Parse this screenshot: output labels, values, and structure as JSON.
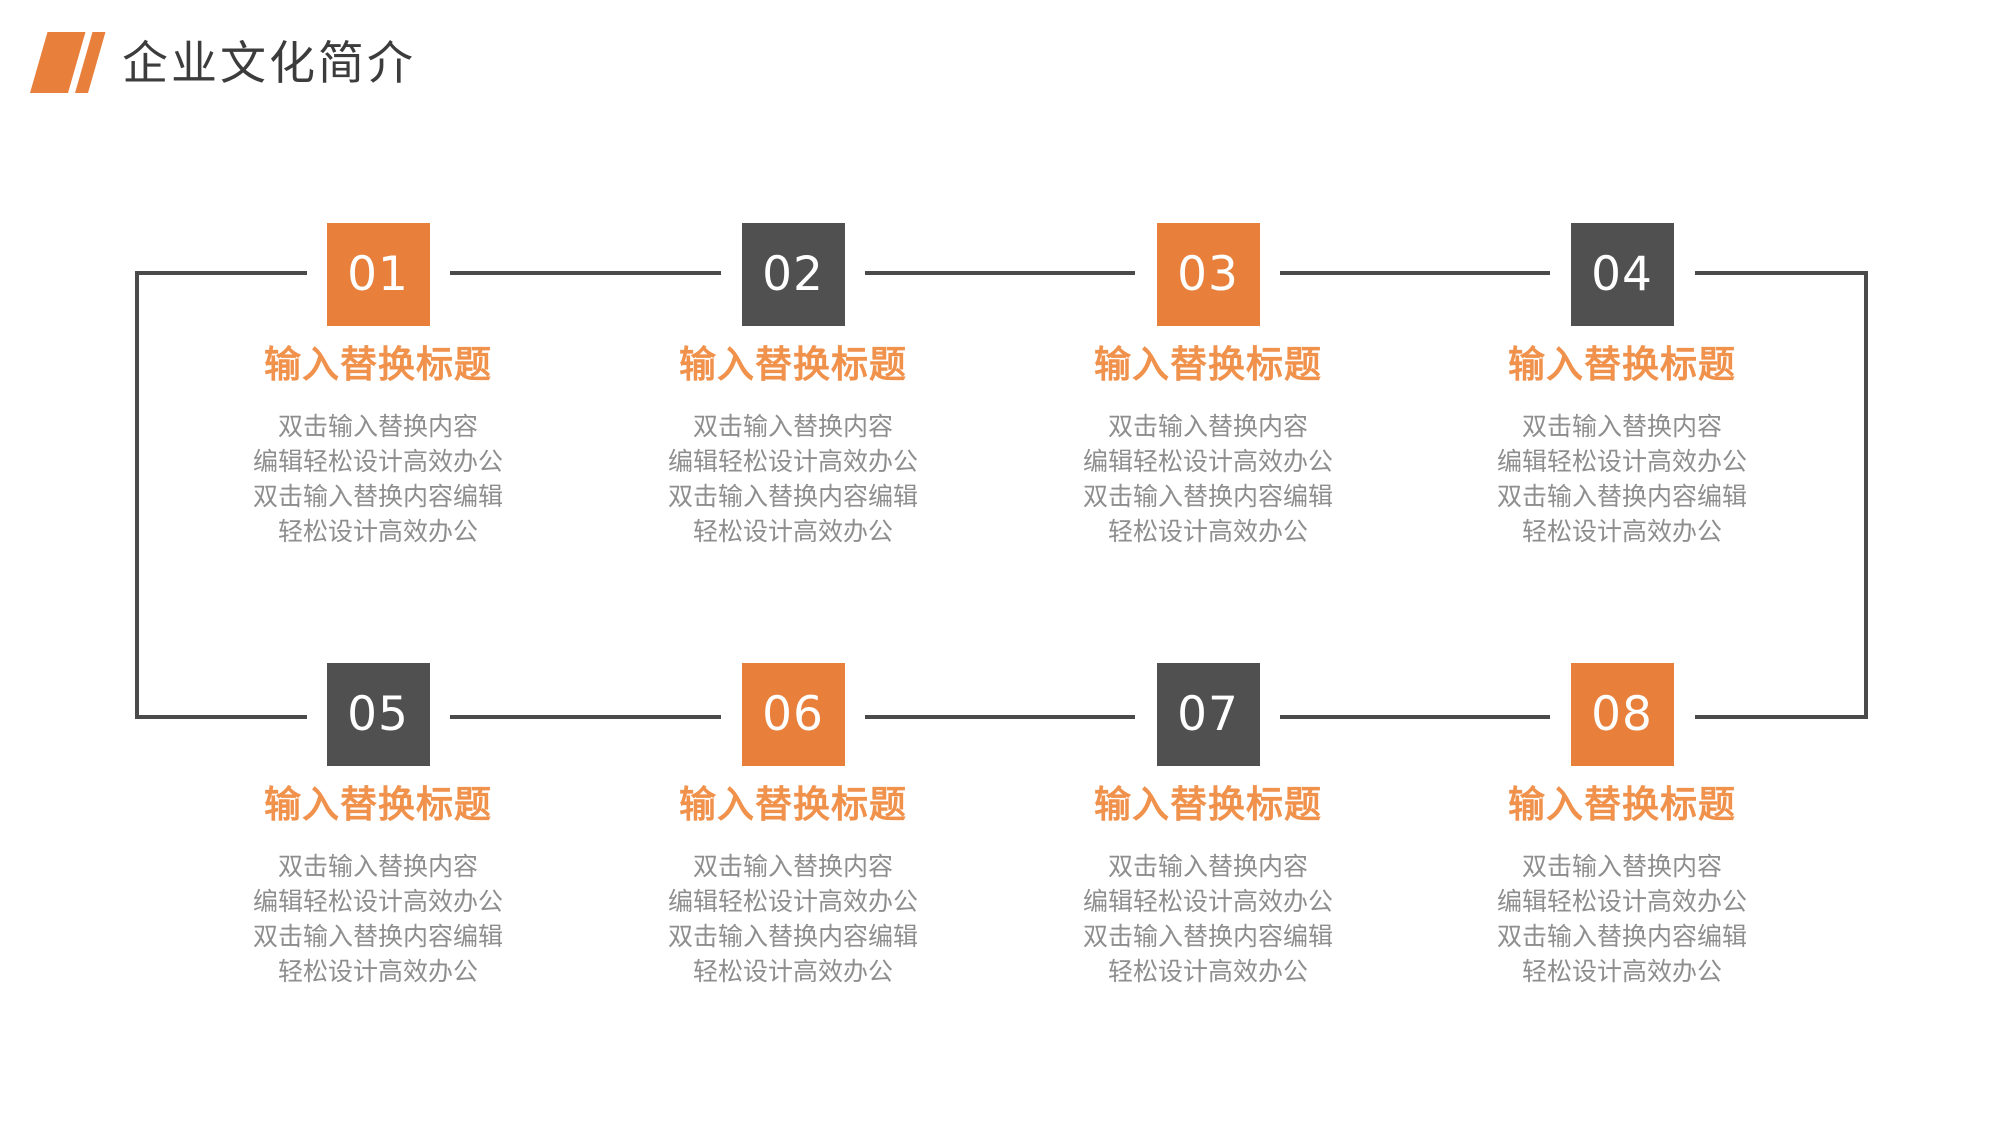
{
  "header": {
    "title": "企业文化简介"
  },
  "colors": {
    "accent_box": "#E8803C",
    "accent_title_text": "#F0914C",
    "dark_box": "#505050",
    "connector_line": "#4A4A4A",
    "heading_text": "#3C3C3C",
    "body_text": "#8E8E8E",
    "number_text": "#FFFFFF"
  },
  "items": [
    {
      "number": "01",
      "variant": "orange",
      "title": "输入替换标题",
      "body_lines": [
        "双击输入替换内容",
        "编辑轻松设计高效办公",
        "双击输入替换内容编辑",
        "轻松设计高效办公"
      ]
    },
    {
      "number": "02",
      "variant": "dark",
      "title": "输入替换标题",
      "body_lines": [
        "双击输入替换内容",
        "编辑轻松设计高效办公",
        "双击输入替换内容编辑",
        "轻松设计高效办公"
      ]
    },
    {
      "number": "03",
      "variant": "orange",
      "title": "输入替换标题",
      "body_lines": [
        "双击输入替换内容",
        "编辑轻松设计高效办公",
        "双击输入替换内容编辑",
        "轻松设计高效办公"
      ]
    },
    {
      "number": "04",
      "variant": "dark",
      "title": "输入替换标题",
      "body_lines": [
        "双击输入替换内容",
        "编辑轻松设计高效办公",
        "双击输入替换内容编辑",
        "轻松设计高效办公"
      ]
    },
    {
      "number": "05",
      "variant": "dark",
      "title": "输入替换标题",
      "body_lines": [
        "双击输入替换内容",
        "编辑轻松设计高效办公",
        "双击输入替换内容编辑",
        "轻松设计高效办公"
      ]
    },
    {
      "number": "06",
      "variant": "orange",
      "title": "输入替换标题",
      "body_lines": [
        "双击输入替换内容",
        "编辑轻松设计高效办公",
        "双击输入替换内容编辑",
        "轻松设计高效办公"
      ]
    },
    {
      "number": "07",
      "variant": "dark",
      "title": "输入替换标题",
      "body_lines": [
        "双击输入替换内容",
        "编辑轻松设计高效办公",
        "双击输入替换内容编辑",
        "轻松设计高效办公"
      ]
    },
    {
      "number": "08",
      "variant": "orange",
      "title": "输入替换标题",
      "body_lines": [
        "双击输入替换内容",
        "编辑轻松设计高效办公",
        "双击输入替换内容编辑",
        "轻松设计高效办公"
      ]
    }
  ]
}
